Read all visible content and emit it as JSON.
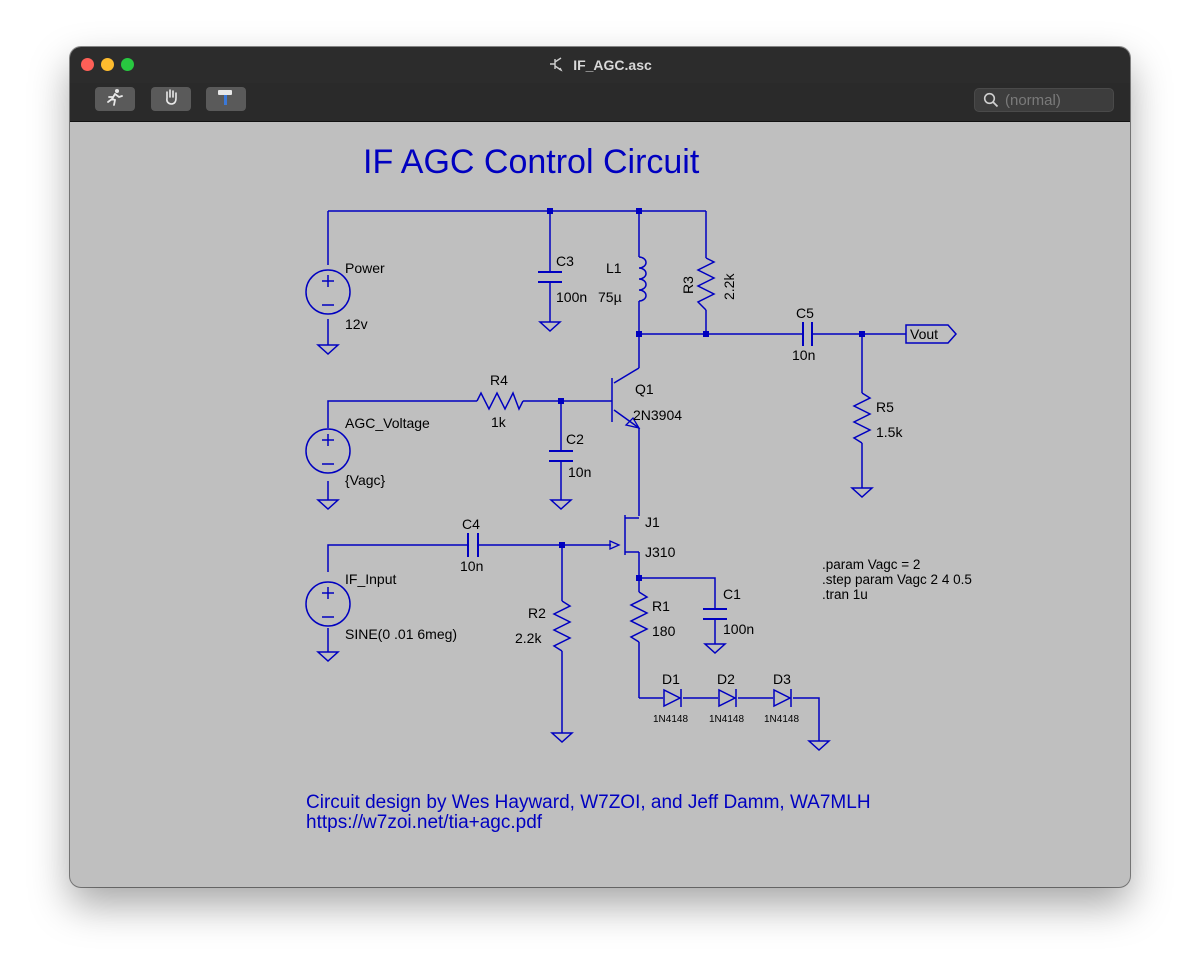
{
  "window": {
    "title": "IF_AGC.asc",
    "toolbar": {
      "run_icon": "run-icon",
      "pan_icon": "hand-icon",
      "halt_icon": "hammer-icon",
      "search_placeholder": "(normal)"
    }
  },
  "schematic": {
    "title": "IF AGC Control Circuit",
    "components": {
      "power": {
        "name": "Power",
        "value": "12v"
      },
      "agc": {
        "name": "AGC_Voltage",
        "value": "{Vagc}"
      },
      "ifin": {
        "name": "IF_Input",
        "value": "SINE(0 .01 6meg)"
      },
      "C1": {
        "name": "C1",
        "value": "100n"
      },
      "C2": {
        "name": "C2",
        "value": "10n"
      },
      "C3": {
        "name": "C3",
        "value": "100n"
      },
      "C4": {
        "name": "C4",
        "value": "10n"
      },
      "C5": {
        "name": "C5",
        "value": "10n"
      },
      "L1": {
        "name": "L1",
        "value": "75µ"
      },
      "R1": {
        "name": "R1",
        "value": "180"
      },
      "R2": {
        "name": "R2",
        "value": "2.2k"
      },
      "R3": {
        "name": "R3",
        "value": "2.2k"
      },
      "R4": {
        "name": "R4",
        "value": "1k"
      },
      "R5": {
        "name": "R5",
        "value": "1.5k"
      },
      "Q1": {
        "name": "Q1",
        "value": "2N3904"
      },
      "J1": {
        "name": "J1",
        "value": "J310"
      },
      "D1": {
        "name": "D1",
        "value": "1N4148"
      },
      "D2": {
        "name": "D2",
        "value": "1N4148"
      },
      "D3": {
        "name": "D3",
        "value": "1N4148"
      }
    },
    "output_label": "Vout",
    "directives": [
      ".param Vagc = 2",
      ".step param Vagc 2 4 0.5",
      ".tran 1u"
    ],
    "credit": [
      "Circuit design by Wes Hayward, W7ZOI, and Jeff Damm, WA7MLH",
      "https://w7zoi.net/tia+agc.pdf"
    ]
  },
  "colors": {
    "wire": "#0000c0",
    "text": "#000000",
    "background": "#bfbfbf"
  }
}
